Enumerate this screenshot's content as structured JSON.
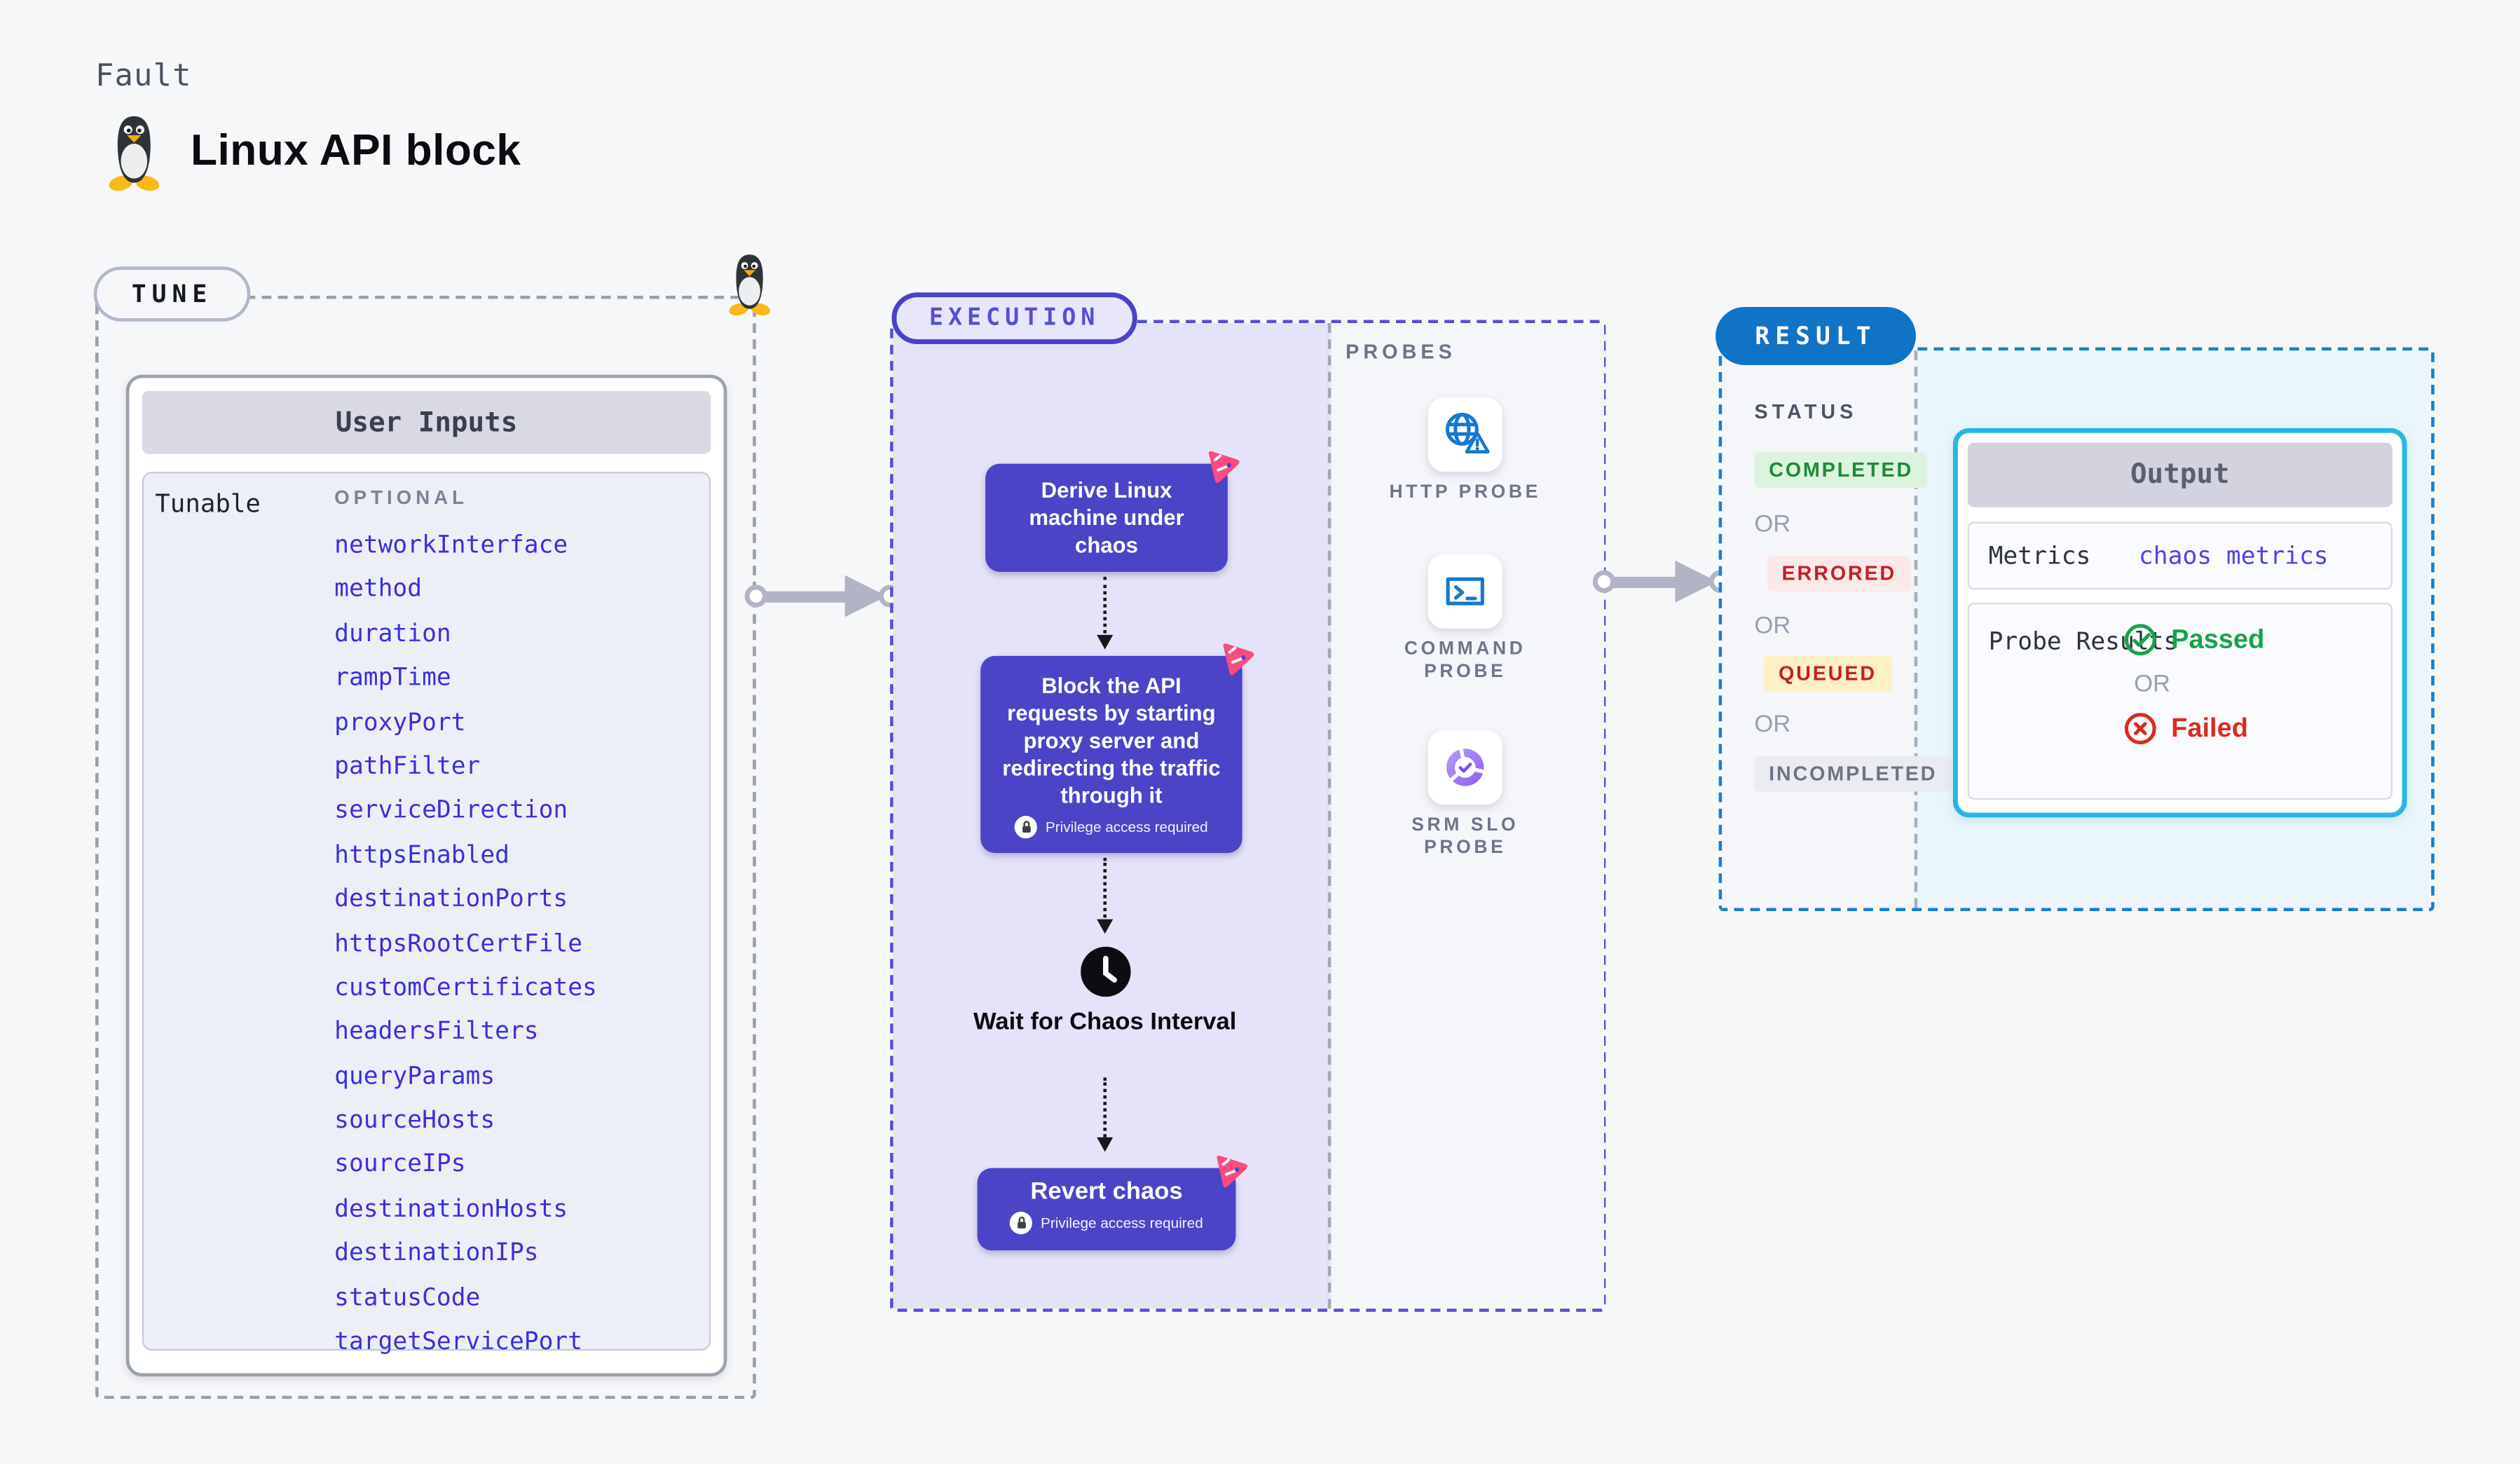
{
  "page": {
    "fault_label": "Fault",
    "title": "Linux API block"
  },
  "tune": {
    "badge": "TUNE",
    "card_title": "User Inputs",
    "row_label": "Tunable",
    "column_label": "OPTIONAL",
    "params": [
      "networkInterface",
      "method",
      "duration",
      "rampTime",
      "proxyPort",
      "pathFilter",
      "serviceDirection",
      "httpsEnabled",
      "destinationPorts",
      "httpsRootCertFile",
      "customCertificates",
      "headersFilters",
      "queryParams",
      "sourceHosts",
      "sourceIPs",
      "destinationHosts",
      "destinationIPs",
      "statusCode",
      "targetServicePort"
    ]
  },
  "execution": {
    "badge": "EXECUTION",
    "steps": {
      "derive": "Derive Linux machine under chaos",
      "block": "Block the API requests by starting proxy server and redirecting the traffic through it",
      "wait": "Wait for Chaos Interval",
      "revert": "Revert chaos"
    },
    "privilege_note": "Privilege access required"
  },
  "probes": {
    "section_label": "PROBES",
    "items": [
      {
        "label": "HTTP PROBE",
        "icon": "globe-warning-icon"
      },
      {
        "label": "COMMAND PROBE",
        "icon": "terminal-icon"
      },
      {
        "label": "SRM SLO PROBE",
        "icon": "slo-donut-check-icon"
      }
    ]
  },
  "result": {
    "badge": "RESULT",
    "status_label": "STATUS",
    "or_label": "OR",
    "statuses": [
      {
        "label": "COMPLETED",
        "fg": "#1d8b35",
        "bg": "#dcf3df"
      },
      {
        "label": "ERRORED",
        "fg": "#c22127",
        "bg": "#fbe9e9"
      },
      {
        "label": "QUEUED",
        "fg": "#c22127",
        "bg": "#fdf0c4"
      },
      {
        "label": "INCOMPLETED",
        "fg": "#6e7487",
        "bg": "#eaecf2"
      }
    ],
    "output": {
      "title": "Output",
      "metrics_label": "Metrics",
      "metrics_value": "chaos metrics",
      "probe_results_label": "Probe Results",
      "passed_label": "Passed",
      "failed_label": "Failed"
    }
  },
  "icons": {
    "header": "tux-penguin-icon",
    "wait": "clock-icon",
    "privilege": "lock-icon",
    "step_corner": "chaos-scratch-icon",
    "passed": "check-circle-icon",
    "failed": "x-circle-icon"
  },
  "colors": {
    "page_bg": "#f6f7f9",
    "accent_indigo": "#4b44c7",
    "execution_bg": "#e4e3f9",
    "param_link_blue": "#3a30dc",
    "metrics_link_indigo": "#4b44e4",
    "result_pill_blue": "#1173c5",
    "output_border_cyan": "#29b5e3",
    "passed_green": "#17a34a",
    "failed_red": "#da2b20",
    "chaos_pink": "#fb4b80",
    "probe_icon_blue": "#1478d1"
  }
}
